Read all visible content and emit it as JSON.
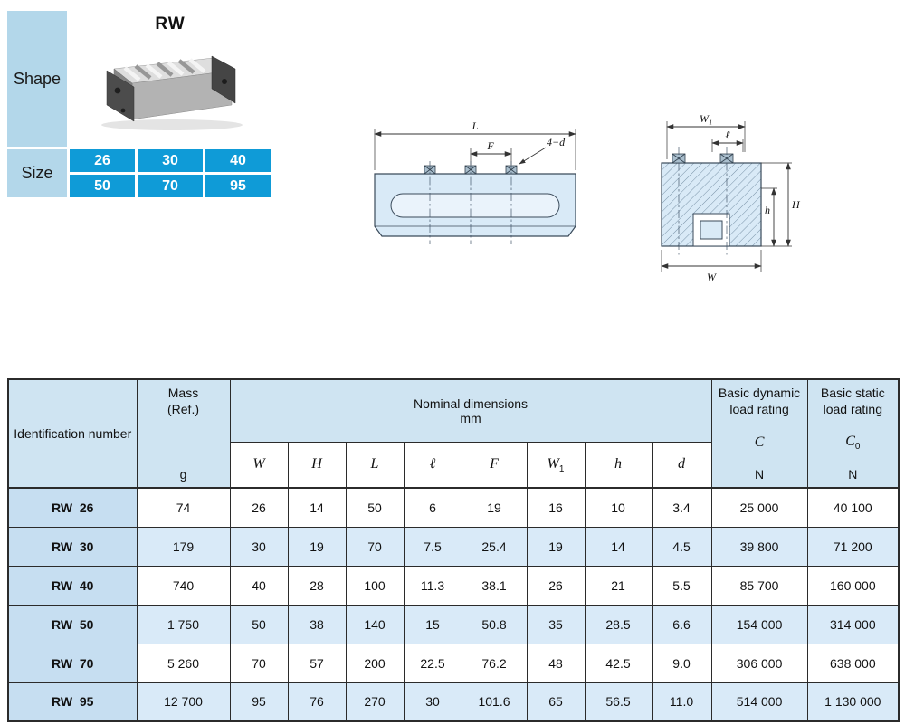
{
  "shape_panel": {
    "shape_label": "Shape",
    "size_label": "Size",
    "model_name": "RW",
    "sizes": [
      "26",
      "30",
      "40",
      "50",
      "70",
      "95"
    ]
  },
  "drawings": {
    "side": {
      "L": "L",
      "F": "F",
      "hole_note": "4−d"
    },
    "end": {
      "W1": "W₁",
      "l": "ℓ",
      "W": "W",
      "h": "h",
      "H": "H"
    }
  },
  "table": {
    "headers": {
      "id": "Identification number",
      "mass_line1": "Mass",
      "mass_line2": "(Ref.)",
      "mass_unit": "g",
      "nominal_line1": "Nominal dimensions",
      "nominal_line2": "mm",
      "dims": [
        {
          "s": "W"
        },
        {
          "s": "H"
        },
        {
          "s": "L"
        },
        {
          "s": "ℓ"
        },
        {
          "s": "F"
        },
        {
          "s": "W",
          "sub": "1"
        },
        {
          "s": "h"
        },
        {
          "s": "d"
        }
      ],
      "dyn_line1": "Basic dynamic",
      "dyn_line2": "load rating",
      "dyn_sym": "C",
      "dyn_unit": "N",
      "stat_line1": "Basic static",
      "stat_line2": "load rating",
      "stat_sym": {
        "s": "C",
        "sub": "0"
      },
      "stat_unit": "N"
    },
    "rows": [
      {
        "id": "RW  26",
        "mass": "74",
        "W": "26",
        "H": "14",
        "L": "50",
        "l": "6",
        "F": "19",
        "W1": "16",
        "h": "10",
        "d": "3.4",
        "C": "25 000",
        "C0": "40 100"
      },
      {
        "id": "RW  30",
        "mass": "179",
        "W": "30",
        "H": "19",
        "L": "70",
        "l": "7.5",
        "F": "25.4",
        "W1": "19",
        "h": "14",
        "d": "4.5",
        "C": "39 800",
        "C0": "71 200"
      },
      {
        "id": "RW  40",
        "mass": "740",
        "W": "40",
        "H": "28",
        "L": "100",
        "l": "11.3",
        "F": "38.1",
        "W1": "26",
        "h": "21",
        "d": "5.5",
        "C": "85 700",
        "C0": "160 000"
      },
      {
        "id": "RW  50",
        "mass": "1 750",
        "W": "50",
        "H": "38",
        "L": "140",
        "l": "15",
        "F": "50.8",
        "W1": "35",
        "h": "28.5",
        "d": "6.6",
        "C": "154 000",
        "C0": "314 000"
      },
      {
        "id": "RW  70",
        "mass": "5 260",
        "W": "70",
        "H": "57",
        "L": "200",
        "l": "22.5",
        "F": "76.2",
        "W1": "48",
        "h": "42.5",
        "d": "9.0",
        "C": "306 000",
        "C0": "638 000"
      },
      {
        "id": "RW  95",
        "mass": "12 700",
        "W": "95",
        "H": "76",
        "L": "270",
        "l": "30",
        "F": "101.6",
        "W1": "65",
        "h": "56.5",
        "d": "11.0",
        "C": "514 000",
        "C0": "1 130 000"
      }
    ]
  }
}
